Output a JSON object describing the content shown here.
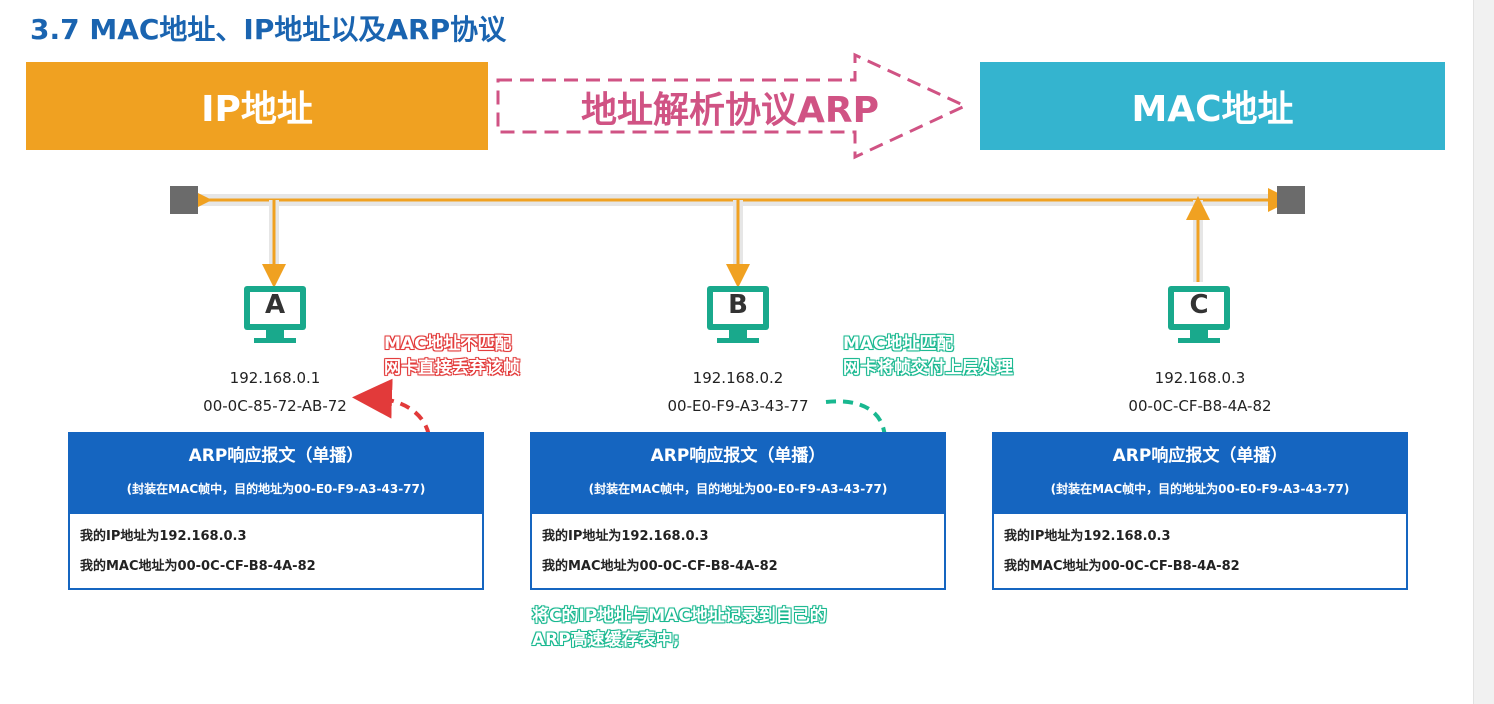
{
  "title": "3.7 MAC地址、IP地址以及ARP协议",
  "bands": {
    "ip": "IP地址",
    "arp": "地址解析协议ARP",
    "mac": "MAC地址"
  },
  "hosts": [
    {
      "letter": "A",
      "ip": "192.168.0.1",
      "mac": "00-0C-85-72-AB-72"
    },
    {
      "letter": "B",
      "ip": "192.168.0.2",
      "mac": "00-E0-F9-A3-43-77"
    },
    {
      "letter": "C",
      "ip": "192.168.0.3",
      "mac": "00-0C-CF-B8-4A-82"
    }
  ],
  "notes": {
    "mismatch": [
      "MAC地址不匹配",
      "网卡直接丢弃该帧"
    ],
    "match": [
      "MAC地址匹配",
      "网卡将帧交付上层处理"
    ],
    "record": [
      "将C的IP地址与MAC地址记录到自己的",
      "ARP高速缓存表中;"
    ]
  },
  "packet": {
    "title": "ARP响应报文（单播）",
    "subtitle": "(封装在MAC帧中，目的地址为00-E0-F9-A3-43-77)",
    "line1": "我的IP地址为192.168.0.3",
    "line2": "我的MAC地址为00-0C-CF-B8-4A-82"
  },
  "colors": {
    "ip_band": "#f0a121",
    "mac_band": "#34b4cf",
    "arp_arrow": "#d05384",
    "bus": "#f0a121",
    "monitor": "#19a98c",
    "packet": "#1565c0",
    "mismatch": "#e23a3a",
    "match": "#19b890"
  }
}
